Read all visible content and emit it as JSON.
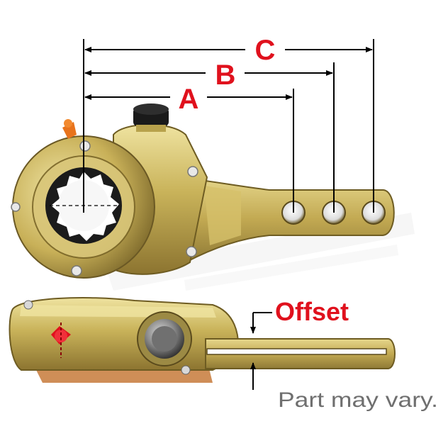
{
  "labels": {
    "dimension_a": "A",
    "dimension_b": "B",
    "dimension_c": "C",
    "offset": "Offset",
    "note": "Part may vary."
  },
  "colors": {
    "accent_red": "#e0111d",
    "line_black": "#000000",
    "note_gray": "#6f6f6f",
    "metal_light": "#e9dc8c",
    "metal_mid": "#c9b35a",
    "metal_dark": "#8c7430",
    "watermark": "#ececec"
  },
  "icons": {
    "grease_fitting": "orange-nipple",
    "adjuster_cap": "black-cap",
    "red_indicator": "red-dot"
  }
}
